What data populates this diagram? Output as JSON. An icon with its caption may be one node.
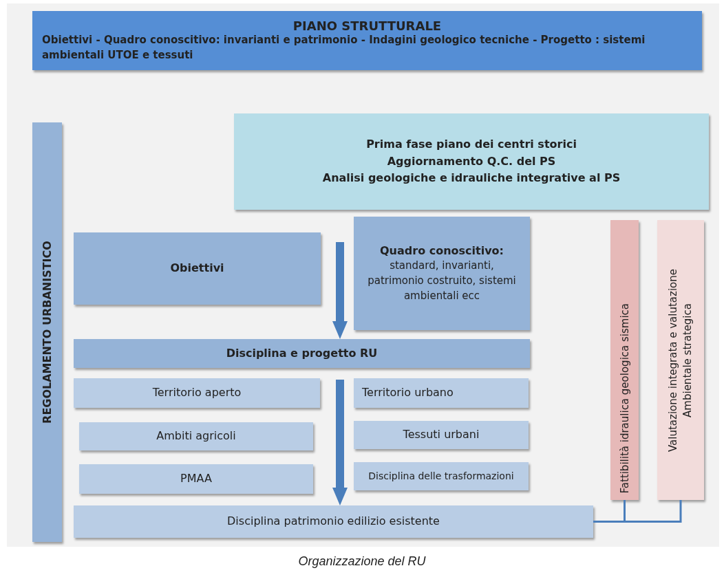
{
  "diagram": {
    "caption": "Organizzazione del RU",
    "nodes": [
      {
        "text": [
          "PIANO STRUTTURALE",
          "Obiettivi - Quadro conoscitivo: invarianti e patrimonio - Indagini geologico tecniche - Progetto : sistemi ambientali UTOE e tessuti"
        ]
      },
      {
        "text": [
          "Prima fase piano dei centri storici",
          "Aggiornamento Q.C. del PS",
          "Analisi geologiche e idrauliche integrative al PS"
        ]
      },
      {
        "text": [
          "REGOLAMENTO URBANISTICO"
        ]
      },
      {
        "text": [
          "Obiettivi"
        ]
      },
      {
        "text": [
          "Quadro conoscitivo:",
          "standard, invarianti, patrimonio costruito, sistemi ambientali ecc"
        ]
      },
      {
        "text": [
          "Disciplina e progetto RU"
        ]
      },
      {
        "text": [
          "Territorio aperto"
        ]
      },
      {
        "text": [
          "Territorio urbano"
        ]
      },
      {
        "text": [
          "Ambiti agricoli"
        ]
      },
      {
        "text": [
          "Tessuti urbani"
        ]
      },
      {
        "text": [
          "PMAA"
        ]
      },
      {
        "text": [
          "Disciplina delle trasformazioni"
        ]
      },
      {
        "text": [
          "Disciplina patrimonio edilizio esistente"
        ]
      },
      {
        "text": [
          "Fattibilità idraulica geologica sismica"
        ]
      },
      {
        "text": [
          "Valutazione integrata e valutazione Ambientale strategica"
        ]
      }
    ],
    "edges": [
      {
        "from": null,
        "to": 5,
        "arrow": "to",
        "style": "thick"
      },
      {
        "from": null,
        "to": 12,
        "arrow": "to",
        "style": "thick"
      },
      {
        "from": 12,
        "to": 13,
        "arrow": "none"
      },
      {
        "from": 12,
        "to": 14,
        "arrow": "none"
      }
    ]
  }
}
